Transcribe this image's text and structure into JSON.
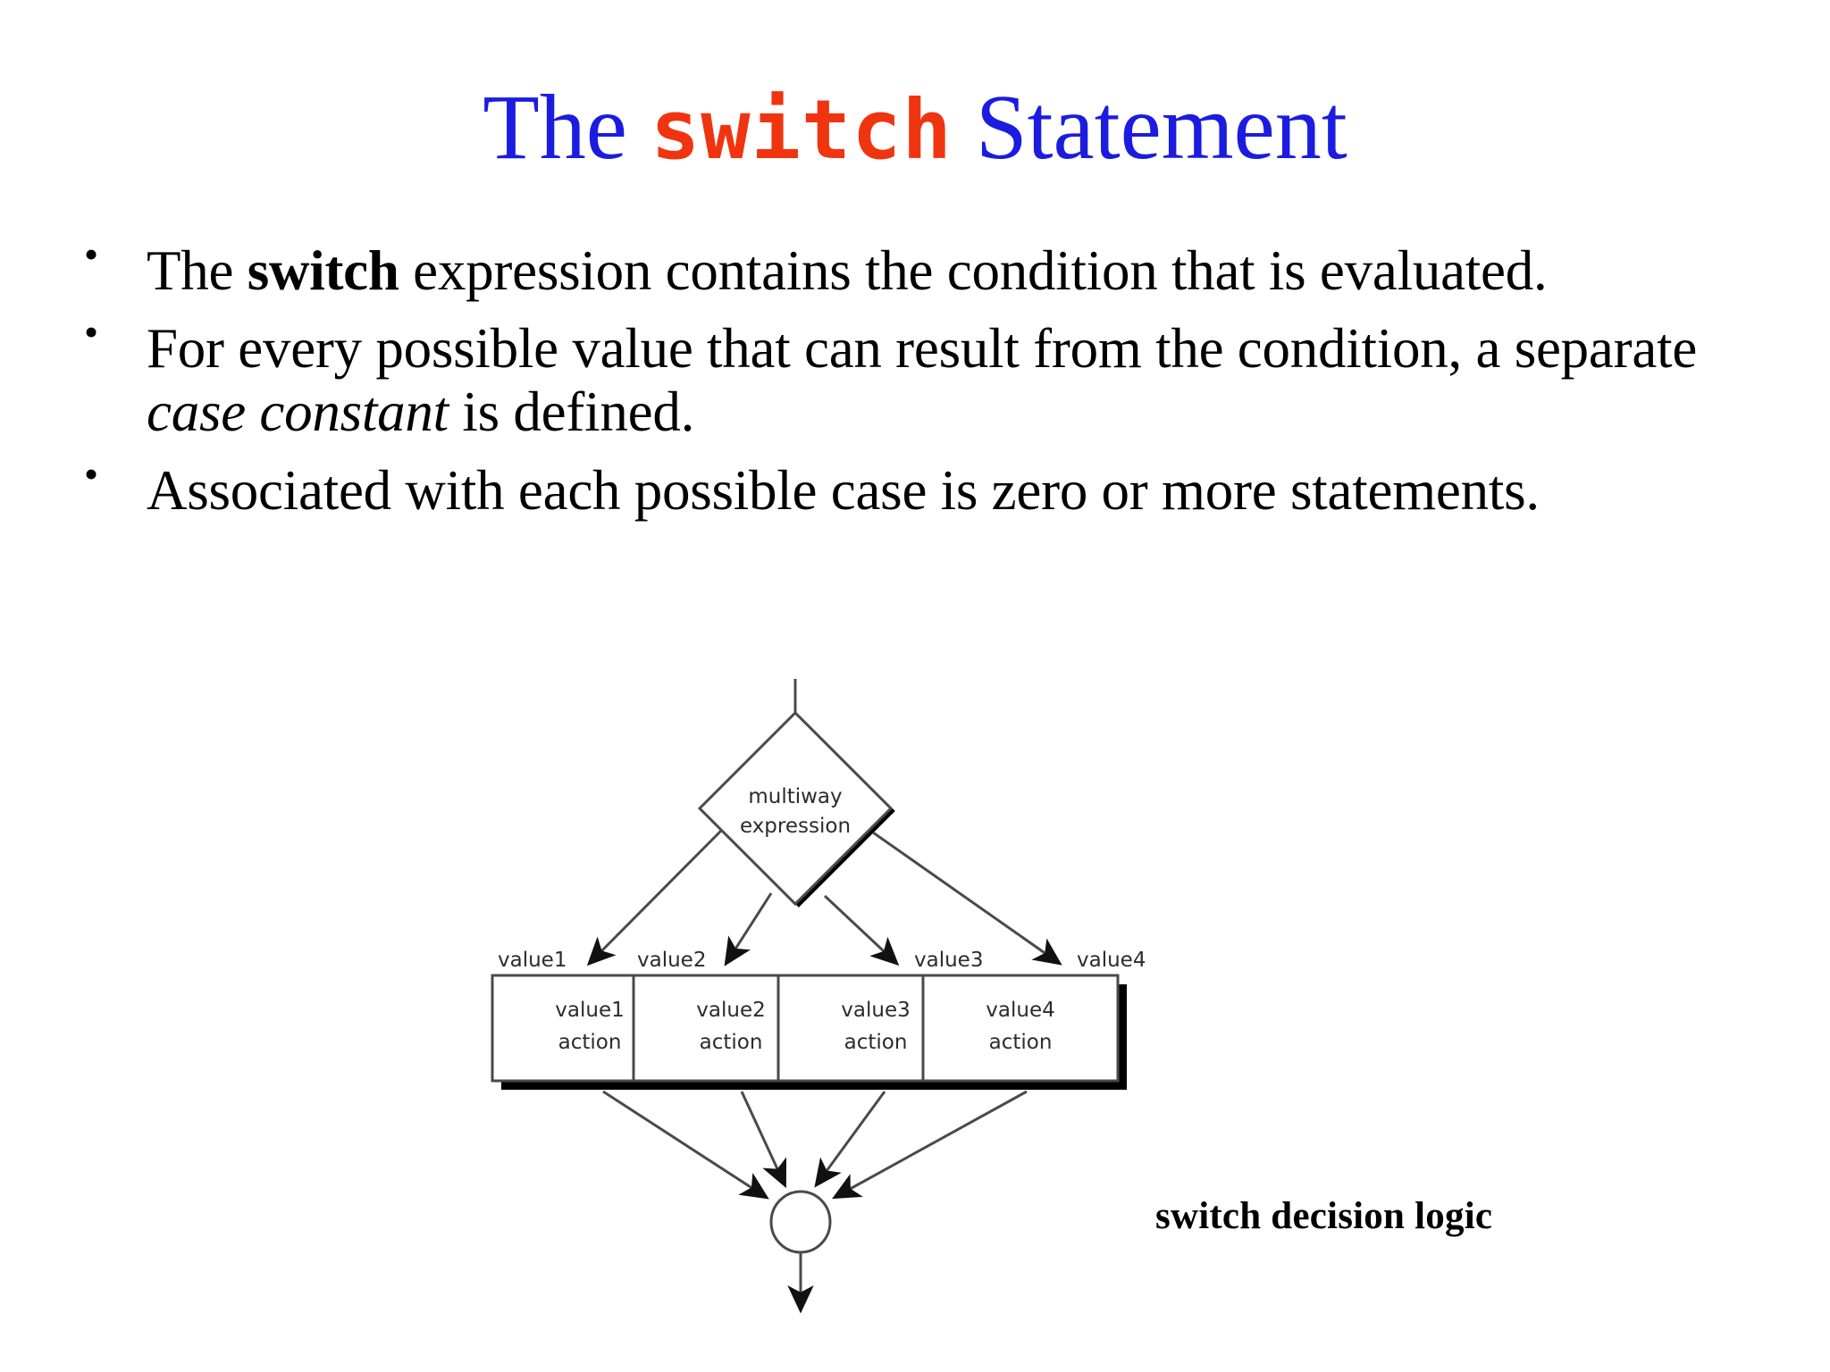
{
  "slide": {
    "background": "#ffffff",
    "title": {
      "part1": "The ",
      "keyword": "switch",
      "part2": " Statement",
      "color_text": "#1b1ce0",
      "color_keyword": "#f0340f"
    },
    "bullets": [
      {
        "marker": "•",
        "segments": [
          {
            "text": "The ",
            "style": "normal"
          },
          {
            "text": "switch",
            "style": "bold"
          },
          {
            "text": " expression contains the condition that is evaluated.",
            "style": "normal"
          }
        ],
        "plain": "The switch expression contains the condition that is evaluated."
      },
      {
        "marker": "•",
        "segments": [
          {
            "text": "For every possible value that can result from the condition, a separate ",
            "style": "normal"
          },
          {
            "text": "case constant",
            "style": "italic"
          },
          {
            "text": " is defined.",
            "style": "normal"
          }
        ],
        "plain": "For every possible value that can result from the condition, a separate case constant is defined."
      },
      {
        "marker": "•",
        "segments": [
          {
            "text": "Associated with each possible case is zero or more statements.",
            "style": "normal"
          }
        ],
        "plain": "Associated with each possible case is zero or more statements."
      }
    ],
    "diagram": {
      "decision": {
        "line1": "multiway",
        "line2": "expression"
      },
      "edge_labels": [
        "value1",
        "value2",
        "value3",
        "value4"
      ],
      "boxes": [
        {
          "line1": "value1",
          "line2": "action"
        },
        {
          "line1": "value2",
          "line2": "action"
        },
        {
          "line1": "value3",
          "line2": "action"
        },
        {
          "line1": "value4",
          "line2": "action"
        }
      ],
      "merge_node": "circle",
      "stroke": "#4a4a4a",
      "shadow": "#000000"
    },
    "caption": "switch decision logic"
  }
}
